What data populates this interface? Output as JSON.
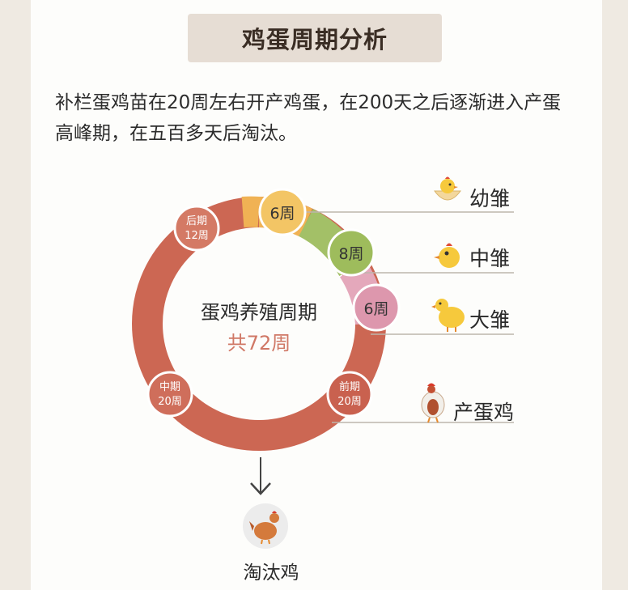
{
  "title": "鸡蛋周期分析",
  "intro": "补栏蛋鸡苗在20周左右开产鸡蛋，在200天之后逐渐进入产蛋高峰期，在五百多天后淘汰。",
  "center": {
    "title": "蛋鸡养殖周期",
    "total": "共72周"
  },
  "stages": [
    {
      "label": "6周",
      "color": "#f3c565",
      "weeks": 6
    },
    {
      "label": "8周",
      "color": "#9ebc5c",
      "weeks": 8
    },
    {
      "label": "6周",
      "color": "#dd97ad",
      "weeks": 6
    },
    {
      "label": "前期\n20周",
      "color": "#c9614f",
      "weeks": 20
    },
    {
      "label": "中期\n20周",
      "color": "#cf6e5b",
      "weeks": 20
    },
    {
      "label": "后期\n12周",
      "color": "#d47a65",
      "weeks": 12
    }
  ],
  "legend": {
    "young": "幼雏",
    "middle": "中雏",
    "big": "大雏",
    "laying": "产蛋鸡"
  },
  "cull_label": "淘汰鸡",
  "colors": {
    "ring_red": "#cc6753",
    "ring_orange": "#f0b254"
  }
}
